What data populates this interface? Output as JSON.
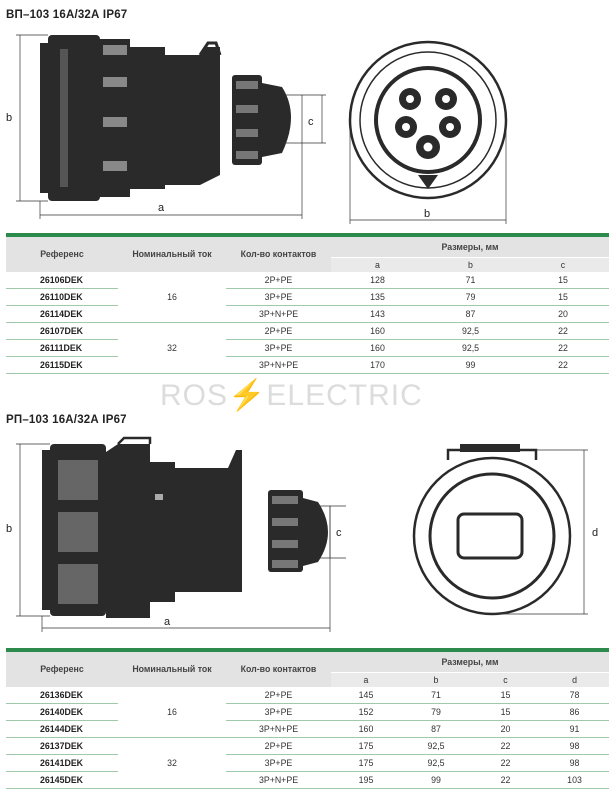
{
  "section1": {
    "title": "ВП–103 16А/32А IP67",
    "dims": {
      "a": "a",
      "b": "b",
      "c": "c",
      "b_front": "b"
    },
    "table": {
      "headers": {
        "ref": "Референс",
        "current": "Номинальный ток",
        "contacts": "Кол-во контактов",
        "sizes": "Размеры, мм",
        "a": "a",
        "b": "b",
        "c": "c"
      },
      "groups": [
        {
          "current": "16",
          "rows": [
            {
              "ref": "26106DEK",
              "contacts": "2P+PE",
              "a": "128",
              "b": "71",
              "c": "15"
            },
            {
              "ref": "26110DEK",
              "contacts": "3P+PE",
              "a": "135",
              "b": "79",
              "c": "15"
            },
            {
              "ref": "26114DEK",
              "contacts": "3P+N+PE",
              "a": "143",
              "b": "87",
              "c": "20"
            }
          ]
        },
        {
          "current": "32",
          "rows": [
            {
              "ref": "26107DEK",
              "contacts": "2P+PE",
              "a": "160",
              "b": "92,5",
              "c": "22"
            },
            {
              "ref": "26111DEK",
              "contacts": "3P+PE",
              "a": "160",
              "b": "92,5",
              "c": "22"
            },
            {
              "ref": "26115DEK",
              "contacts": "3P+N+PE",
              "a": "170",
              "b": "99",
              "c": "22"
            }
          ]
        }
      ]
    }
  },
  "watermark": {
    "left": "ROS",
    "bolt": "⚡",
    "right": "ELECTRIC"
  },
  "section2": {
    "title": "РП–103 16А/32А IP67",
    "dims": {
      "a": "a",
      "b": "b",
      "c": "c",
      "d": "d"
    },
    "table": {
      "headers": {
        "ref": "Референс",
        "current": "Номинальный ток",
        "contacts": "Кол-во контактов",
        "sizes": "Размеры, мм",
        "a": "a",
        "b": "b",
        "c": "c",
        "d": "d"
      },
      "groups": [
        {
          "current": "16",
          "rows": [
            {
              "ref": "26136DEK",
              "contacts": "2P+PE",
              "a": "145",
              "b": "71",
              "c": "15",
              "d": "78"
            },
            {
              "ref": "26140DEK",
              "contacts": "3P+PE",
              "a": "152",
              "b": "79",
              "c": "15",
              "d": "86"
            },
            {
              "ref": "26144DEK",
              "contacts": "3P+N+PE",
              "a": "160",
              "b": "87",
              "c": "20",
              "d": "91"
            }
          ]
        },
        {
          "current": "32",
          "rows": [
            {
              "ref": "26137DEK",
              "contacts": "2P+PE",
              "a": "175",
              "b": "92,5",
              "c": "22",
              "d": "98"
            },
            {
              "ref": "26141DEK",
              "contacts": "3P+PE",
              "a": "175",
              "b": "92,5",
              "c": "22",
              "d": "98"
            },
            {
              "ref": "26145DEK",
              "contacts": "3P+N+PE",
              "a": "195",
              "b": "99",
              "c": "22",
              "d": "103"
            }
          ]
        }
      ]
    }
  },
  "colors": {
    "accent": "#2c8a4c",
    "rowline": "#9ec9ab",
    "header_bg": "#e3e3e3",
    "drawing": "#2a2a2a"
  }
}
